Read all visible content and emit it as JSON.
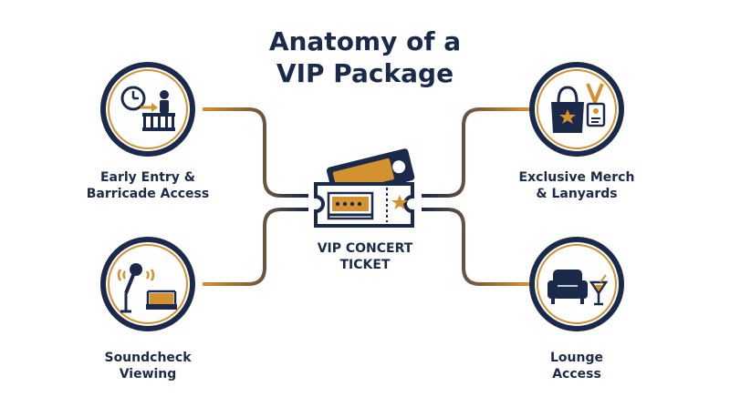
{
  "title": {
    "line1": "Anatomy of a",
    "line2": "VIP Package"
  },
  "center": {
    "line1": "VIP CONCERT",
    "line2": "TICKET",
    "icon": "ticket-icon"
  },
  "features": [
    {
      "id": "early-entry",
      "line1": "Early Entry &",
      "line2": "Barricade Access",
      "icon": "clock-barricade-icon"
    },
    {
      "id": "merch",
      "line1": "Exclusive Merch",
      "line2": "& Lanyards",
      "icon": "tote-lanyard-icon"
    },
    {
      "id": "soundcheck",
      "line1": "Soundcheck",
      "line2": "Viewing",
      "icon": "microphone-stage-icon"
    },
    {
      "id": "lounge",
      "line1": "Lounge",
      "line2": "Access",
      "icon": "armchair-cocktail-icon"
    }
  ],
  "colors": {
    "navy": "#1b2a4a",
    "gold": "#d4912f"
  }
}
